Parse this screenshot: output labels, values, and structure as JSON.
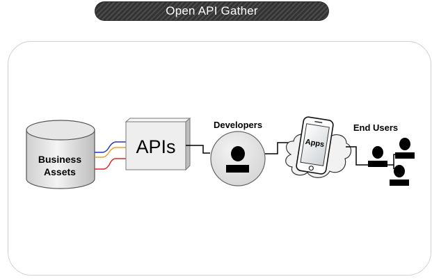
{
  "title": "Open API Gather",
  "nodes": {
    "business_assets": [
      "Business",
      "Assets"
    ],
    "apis": "APIs",
    "developers": "Developers",
    "apps": "Apps",
    "end_users": "End Users"
  },
  "colors": {
    "connector_blue": "#2233cc",
    "connector_orange": "#f0a020",
    "connector_red": "#dd2222",
    "title_bg": "#3e3e3e",
    "text": "#000000"
  },
  "icons": [
    "database-icon",
    "person-icon",
    "smartphone-icon",
    "cloud-icon",
    "user-group-icon"
  ]
}
